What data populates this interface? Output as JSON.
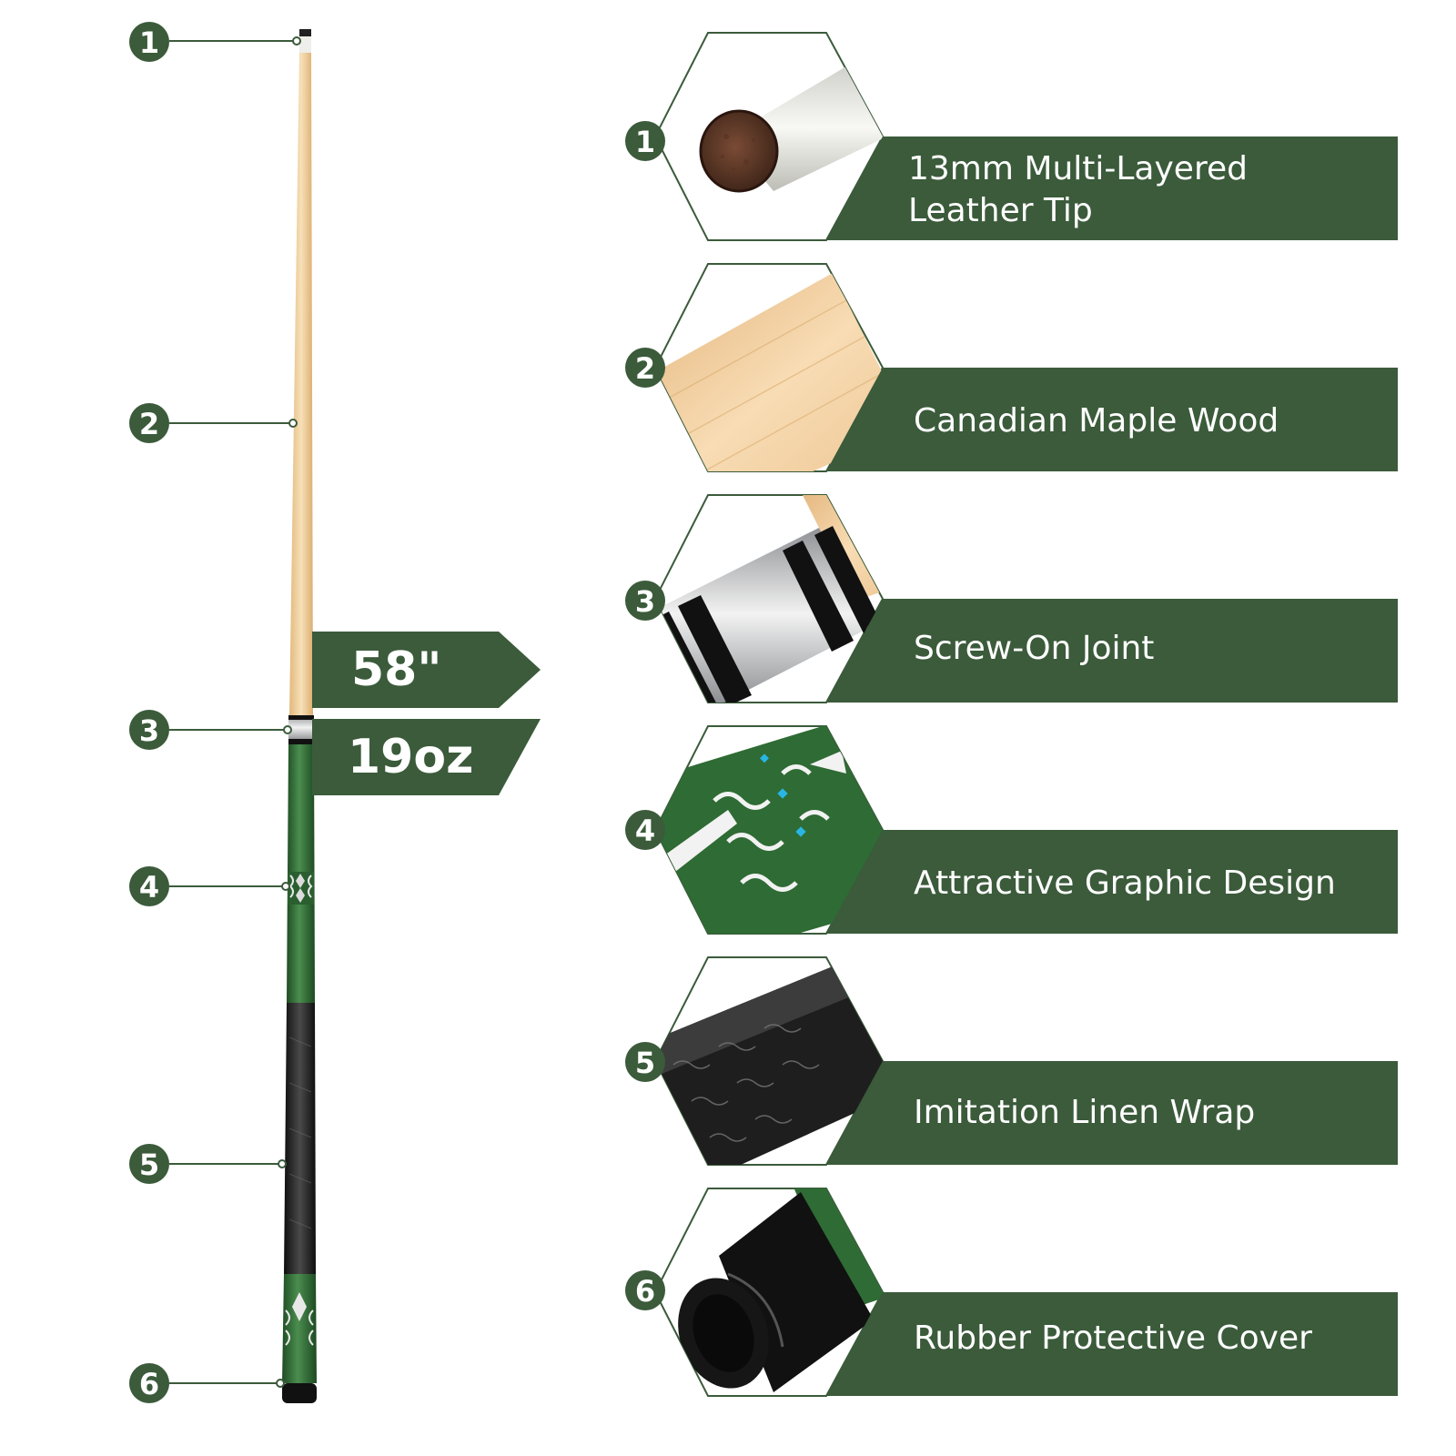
{
  "callouts": [
    {
      "number": "1"
    },
    {
      "number": "2"
    },
    {
      "number": "3"
    },
    {
      "number": "4"
    },
    {
      "number": "5"
    },
    {
      "number": "6"
    }
  ],
  "features": [
    {
      "number": "1",
      "label": "13mm Multi-Layered\nLeather Tip"
    },
    {
      "number": "2",
      "label": "Canadian Maple Wood"
    },
    {
      "number": "3",
      "label": "Screw-On Joint"
    },
    {
      "number": "4",
      "label": "Attractive Graphic Design"
    },
    {
      "number": "5",
      "label": "Imitation Linen Wrap"
    },
    {
      "number": "6",
      "label": "Rubber Protective Cover"
    }
  ],
  "specs": {
    "length": "58\"",
    "weight": "19oz"
  },
  "colors": {
    "brand_green": "#3b5b3b",
    "maple": "#f0d3a4",
    "cue_green": "#2f6b34",
    "wrap_black": "#1e1e1e"
  },
  "icons": [
    "leather-tip-icon",
    "maple-wood-icon",
    "joint-icon",
    "graphic-design-icon",
    "linen-wrap-icon",
    "rubber-cover-icon"
  ]
}
